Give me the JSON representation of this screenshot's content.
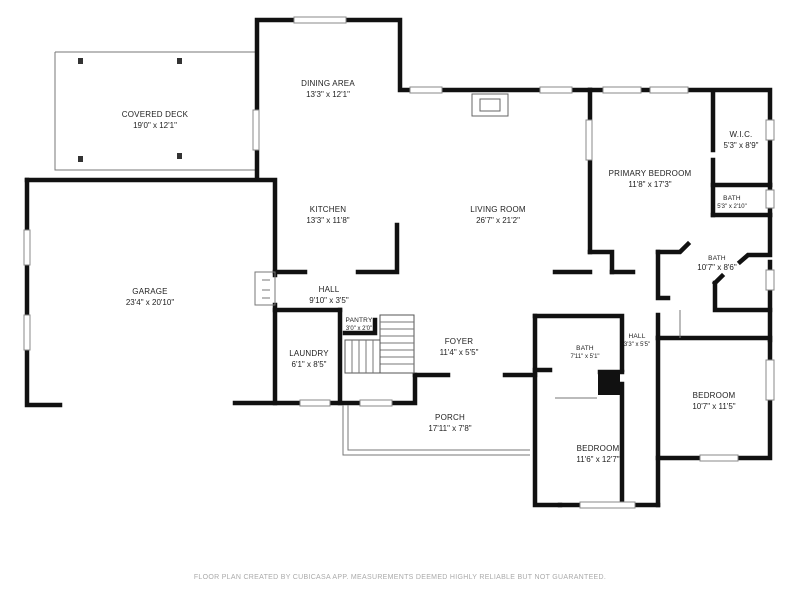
{
  "rooms": {
    "covered_deck": {
      "name": "COVERED DECK",
      "dim": "19'0\" x 12'1\""
    },
    "dining_area": {
      "name": "DINING AREA",
      "dim": "13'3\" x 12'1\""
    },
    "kitchen": {
      "name": "KITCHEN",
      "dim": "13'3\" x 11'8\""
    },
    "living_room": {
      "name": "LIVING ROOM",
      "dim": "26'7\" x 21'2\""
    },
    "primary_bedroom": {
      "name": "PRIMARY BEDROOM",
      "dim": "11'8\" x 17'3\""
    },
    "wic": {
      "name": "W.I.C.",
      "dim": "5'3\" x 8'9\""
    },
    "bath_small": {
      "name": "BATH",
      "dim": "5'3\" x 2'10\""
    },
    "bath_primary": {
      "name": "BATH",
      "dim": "10'7\" x 8'6\""
    },
    "garage": {
      "name": "GARAGE",
      "dim": "23'4\" x 20'10\""
    },
    "hall_main": {
      "name": "HALL",
      "dim": "9'10\" x 3'5\""
    },
    "pantry": {
      "name": "PANTRY",
      "dim": "3'0\" x 2'0\""
    },
    "laundry": {
      "name": "LAUNDRY",
      "dim": "6'1\" x 8'5\""
    },
    "foyer": {
      "name": "FOYER",
      "dim": "11'4\" x 5'5\""
    },
    "bath_hall": {
      "name": "BATH",
      "dim": "7'11\" x 5'1\""
    },
    "hall_small": {
      "name": "HALL",
      "dim": "3'3\" x 5'5\""
    },
    "bedroom_right": {
      "name": "BEDROOM",
      "dim": "10'7\" x 11'5\""
    },
    "porch": {
      "name": "PORCH",
      "dim": "17'11\" x 7'8\""
    },
    "bedroom_bottom": {
      "name": "BEDROOM",
      "dim": "11'6\" x 12'7\""
    }
  },
  "footer": "FLOOR PLAN CREATED BY CUBICASA APP. MEASUREMENTS DEEMED HIGHLY RELIABLE BUT NOT GUARANTEED."
}
